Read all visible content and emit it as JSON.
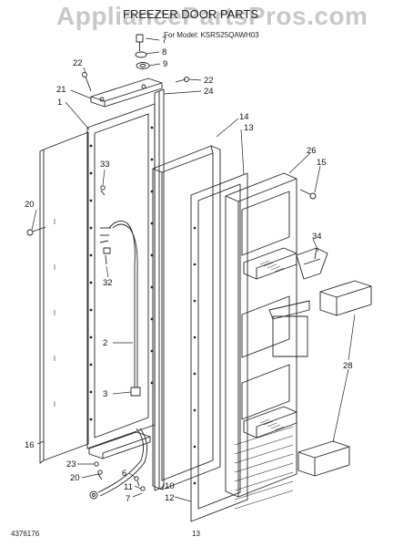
{
  "header": {
    "watermark": "AppliancePartsPros.com",
    "title": "FREEZER DOOR PARTS",
    "subtitle": "For Model: KSRS25QAWH03"
  },
  "footer": {
    "doc_number": "4376176",
    "page_number": "13"
  },
  "callouts": {
    "c7a": "7",
    "c8": "8",
    "c9": "9",
    "c22a": "22",
    "c22b": "22",
    "c24": "24",
    "c21": "21",
    "c1": "1",
    "c14": "14",
    "c13": "13",
    "c26": "26",
    "c15": "15",
    "c33": "33",
    "c20a": "20",
    "c34": "34",
    "c32": "32",
    "c2": "2",
    "c28": "28",
    "c3": "3",
    "c16": "16",
    "c23": "23",
    "c20b": "20",
    "c6": "6",
    "c10": "10",
    "c11": "11",
    "c7b": "7",
    "c12": "12"
  }
}
